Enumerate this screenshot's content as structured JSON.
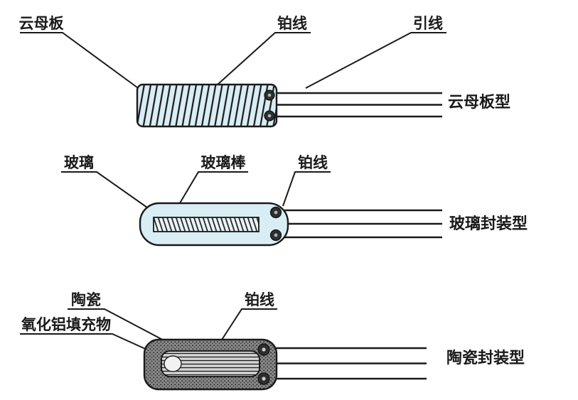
{
  "colors": {
    "background": "#ffffff",
    "line": "#1a1a1a",
    "body_fill": "#d8edf4",
    "ceramic_fill": "#8a8a8a"
  },
  "mica": {
    "label_plate": "云母板",
    "label_platinum": "铂线",
    "label_lead": "引线",
    "type_label": "云母板型"
  },
  "glass": {
    "label_glass": "玻璃",
    "label_rod": "玻璃棒",
    "label_platinum": "铂线",
    "type_label": "玻璃封装型"
  },
  "ceramic": {
    "label_ceramic": "陶瓷",
    "label_filler": "氧化铝填充物",
    "label_platinum": "铂线",
    "type_label": "陶瓷封装型"
  }
}
